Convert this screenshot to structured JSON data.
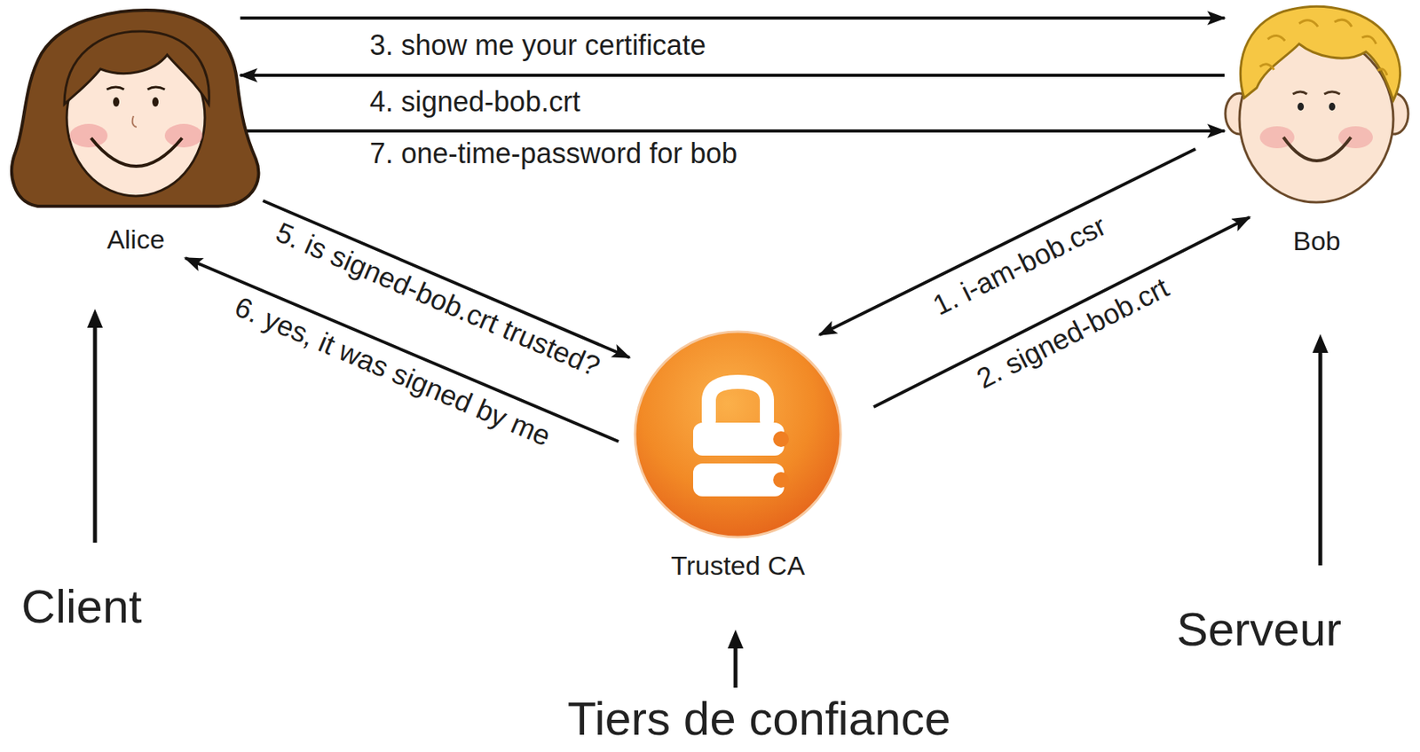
{
  "diagram": {
    "nodes": [
      {
        "text": [
          "Alice"
        ]
      },
      {
        "text": [
          "Bob"
        ]
      },
      {
        "text": [
          "Trusted CA"
        ]
      }
    ],
    "edges": [
      {
        "from": 1,
        "to": 2,
        "arrow": "to",
        "label": "1. i-am-bob.csr"
      },
      {
        "from": 2,
        "to": 1,
        "arrow": "to",
        "label": "2. signed-bob.crt"
      },
      {
        "from": 0,
        "to": 1,
        "arrow": "to",
        "label": "3. show me your certificate"
      },
      {
        "from": 1,
        "to": 0,
        "arrow": "to",
        "label": "4. signed-bob.crt"
      },
      {
        "from": 0,
        "to": 2,
        "arrow": "to",
        "label": "5. is signed-bob.crt trusted?"
      },
      {
        "from": 2,
        "to": 0,
        "arrow": "to",
        "label": "6. yes, it was signed by me"
      },
      {
        "from": 0,
        "to": 1,
        "arrow": "to",
        "label": "7. one-time-password for bob"
      }
    ],
    "labels": [
      "Client",
      "Tiers de confiance",
      "Serveur"
    ]
  }
}
